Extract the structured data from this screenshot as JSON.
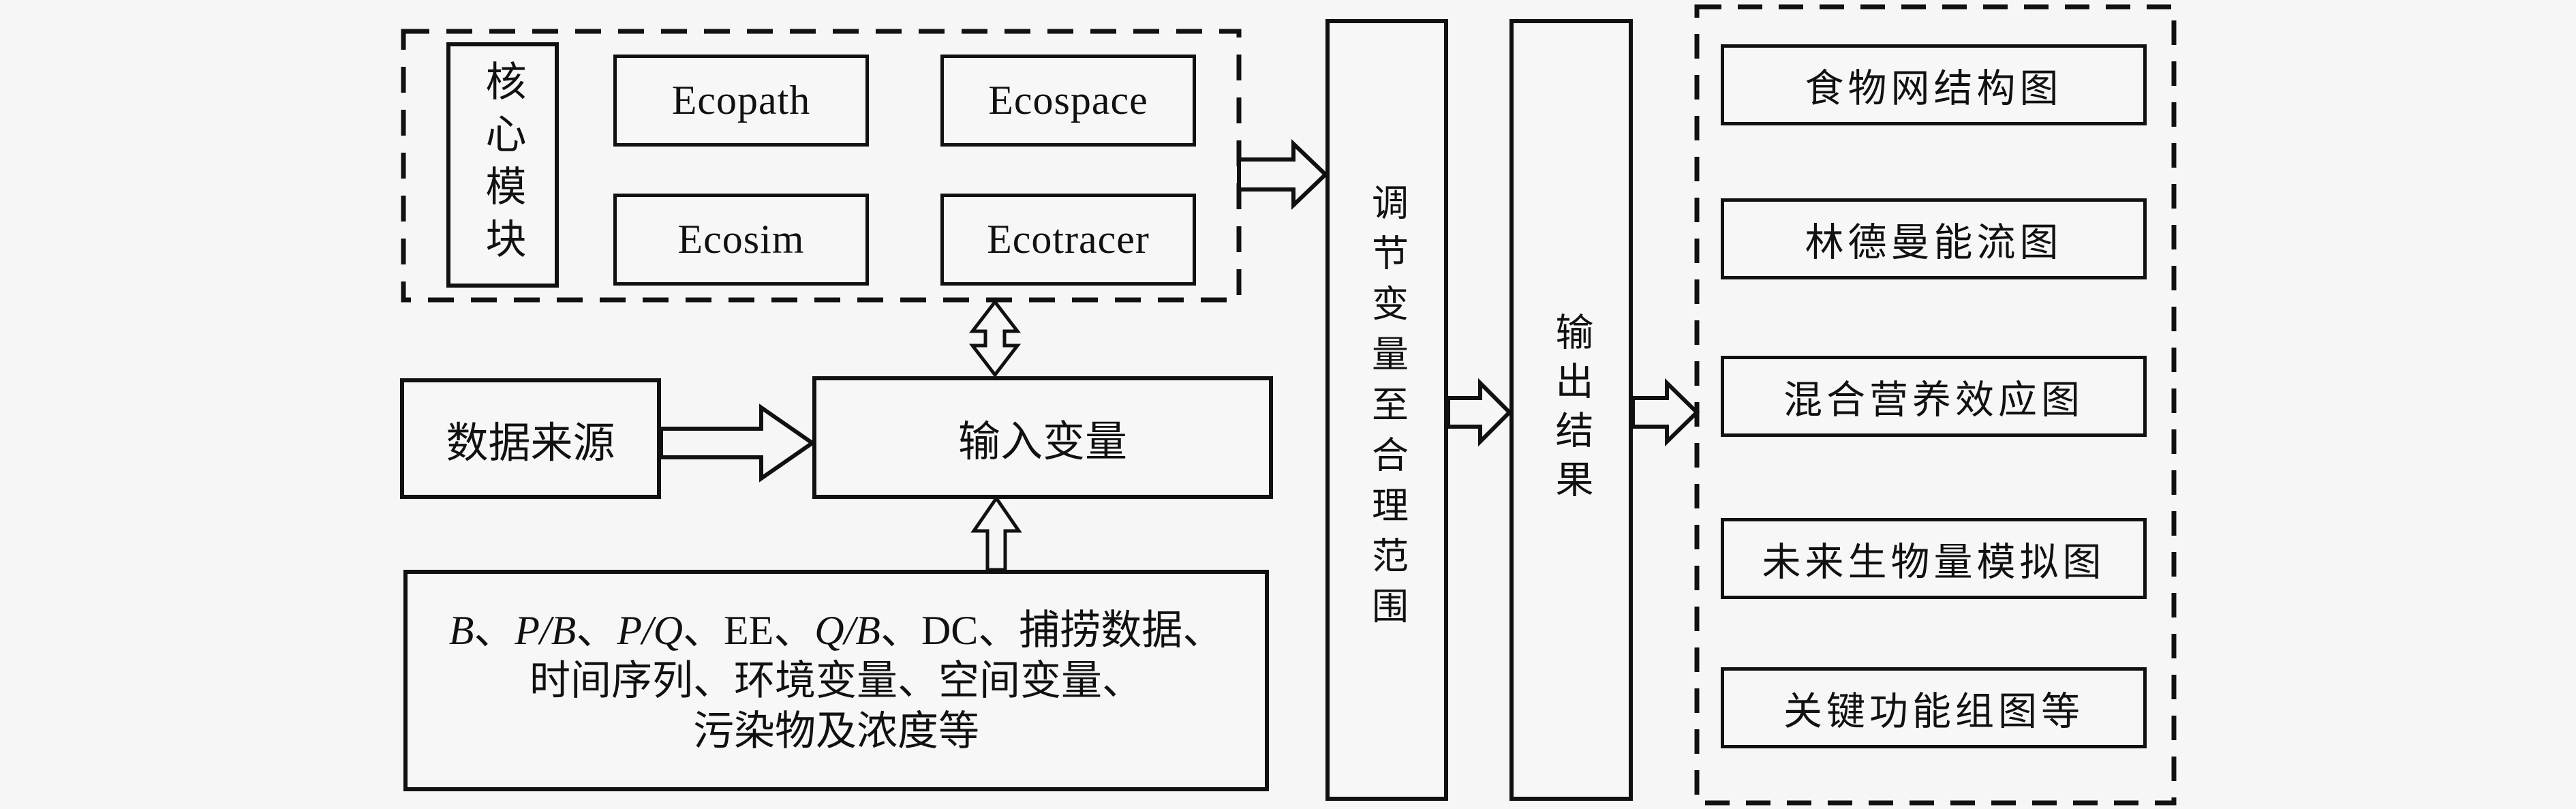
{
  "background_color": "#f6f6f6",
  "line_color": "#111111",
  "core_panel": {
    "label": "核心模块",
    "modules": [
      "Ecopath",
      "Ecospace",
      "Ecosim",
      "Ecotracer"
    ]
  },
  "data_source": {
    "label": "数据来源"
  },
  "input_variables": {
    "label": "输入变量"
  },
  "input_parameters": {
    "lines": [
      {
        "segments": [
          {
            "text": "B",
            "italic": true
          },
          {
            "text": "、",
            "italic": false
          },
          {
            "text": "P/B",
            "italic": true
          },
          {
            "text": "、",
            "italic": false
          },
          {
            "text": "P/Q",
            "italic": true
          },
          {
            "text": "、EE、",
            "italic": false
          },
          {
            "text": "Q/B",
            "italic": true
          },
          {
            "text": "、DC、捕捞数据、",
            "italic": false
          }
        ]
      },
      {
        "segments": [
          {
            "text": "时间序列、环境变量、空间变量、",
            "italic": false
          }
        ]
      },
      {
        "segments": [
          {
            "text": "污染物及浓度等",
            "italic": false
          }
        ]
      }
    ]
  },
  "adjust_step": {
    "label": "调节变量至合理范围"
  },
  "output_step": {
    "label": "输出结果"
  },
  "results_panel": {
    "items": [
      "食物网结构图",
      "林德曼能流图",
      "混合营养效应图",
      "未来生物量模拟图",
      "关键功能组图等"
    ]
  }
}
